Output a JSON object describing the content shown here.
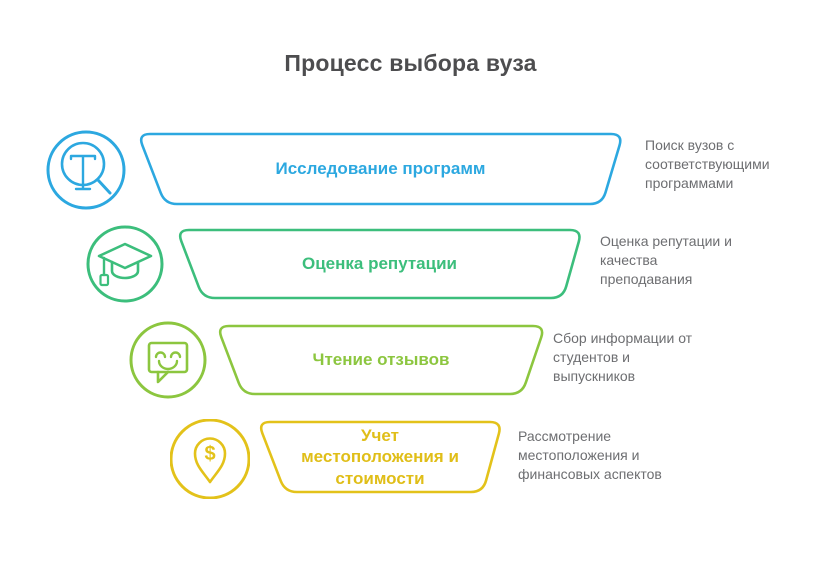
{
  "title": "Процесс выбора вуза",
  "colors": {
    "title_text": "#4d4d4f",
    "description_text": "#6d6e71",
    "step1_accent": "#2ca8e0",
    "step2_accent": "#3cbe7c",
    "step3_accent": "#8cc63f",
    "step4_accent": "#e3c21a"
  },
  "steps": [
    {
      "label": "Исследование программ",
      "description": "Поиск вузов с соответствующими программами",
      "icon": "text-search-icon",
      "color": "#2ca8e0"
    },
    {
      "label": "Оценка репутации",
      "description": "Оценка репутации и качества преподавания",
      "icon": "graduation-cap-icon",
      "color": "#3cbe7c"
    },
    {
      "label": "Чтение отзывов",
      "description": "Сбор информации от студентов и выпускников",
      "icon": "smiley-chat-icon",
      "color": "#8cc63f"
    },
    {
      "label": "Учет местоположения и стоимости",
      "description": "Рассмотрение местоположения и финансовых аспектов",
      "icon": "price-location-pin-icon",
      "color": "#e3c21a"
    }
  ]
}
